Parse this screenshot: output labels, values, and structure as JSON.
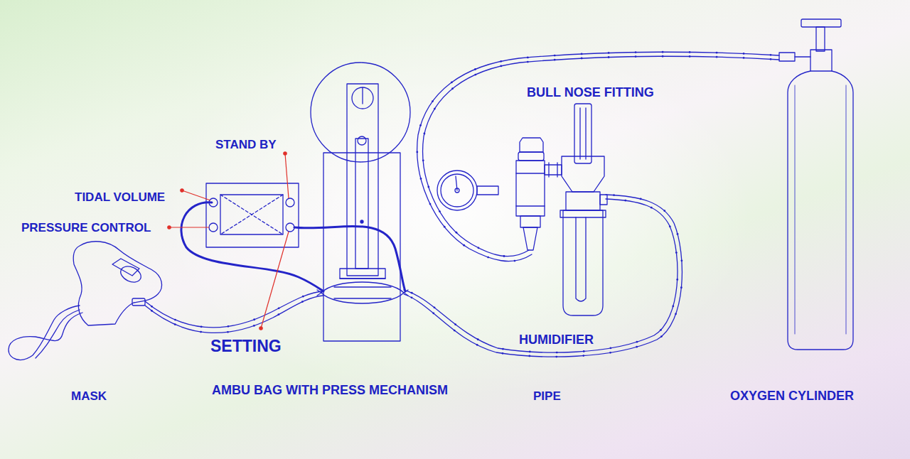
{
  "diagram": {
    "labels": [
      "BULL NOSE FITTING",
      "STAND BY",
      "TIDAL VOLUME",
      "PRESSURE CONTROL",
      "SETTING",
      "HUMIDIFIER",
      "MASK",
      "AMBU BAG WITH PRESS MECHANISM",
      "PIPE",
      "OXYGEN CYLINDER"
    ]
  }
}
